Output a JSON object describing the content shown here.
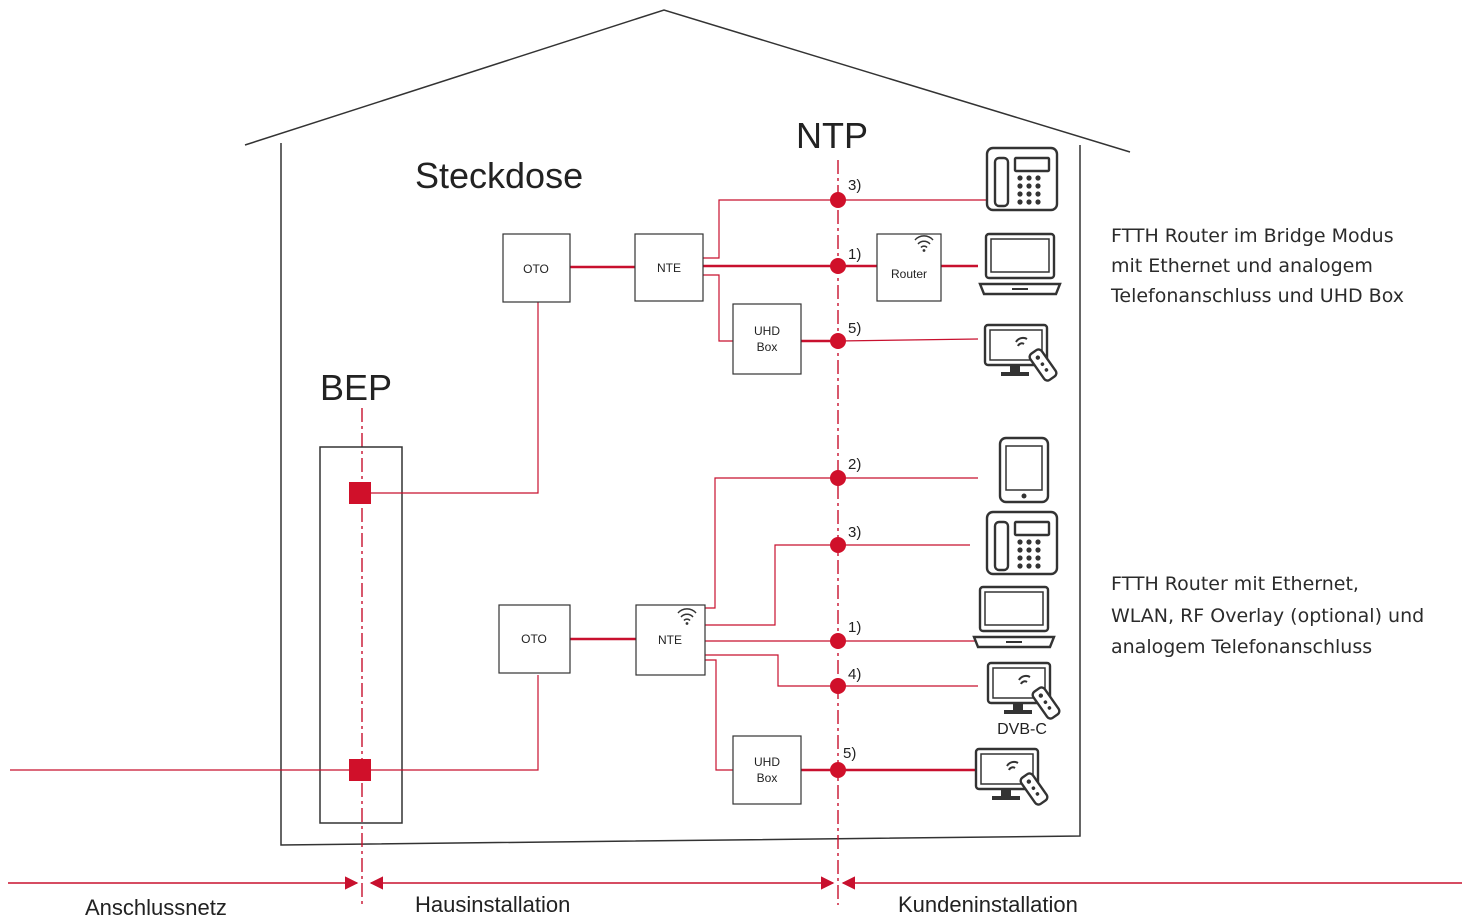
{
  "labels": {
    "steckdose": "Steckdose",
    "ntp": "NTP",
    "bep": "BEP",
    "oto": "OTO",
    "nte": "NTE",
    "router": "Router",
    "uhd_line1": "UHD",
    "uhd_line2": "Box",
    "dvbc": "DVB-C"
  },
  "markers_top": [
    "3)",
    "1)",
    "5)"
  ],
  "markers_bottom": [
    "2)",
    "3)",
    "1)",
    "4)",
    "5)"
  ],
  "descriptions": {
    "top": [
      "FTTH Router im Bridge Modus",
      "mit Ethernet und analogem",
      "Telefonanschluss und UHD Box"
    ],
    "bottom": [
      "FTTH Router mit Ethernet,",
      "WLAN, RF Overlay (optional) und",
      "analogem Telefonanschluss"
    ]
  },
  "zones": {
    "anschlussnetz": "Anschlussnetz",
    "hausinstallation": "Hausinstallation",
    "kundeninstallation": "Kundeninstallation"
  },
  "colors": {
    "line": "#c8102e",
    "dot": "#d0102a",
    "outline": "#333333"
  },
  "icons": [
    "phone-icon",
    "laptop-icon",
    "tv-remote-icon",
    "tablet-icon",
    "wifi-icon"
  ]
}
